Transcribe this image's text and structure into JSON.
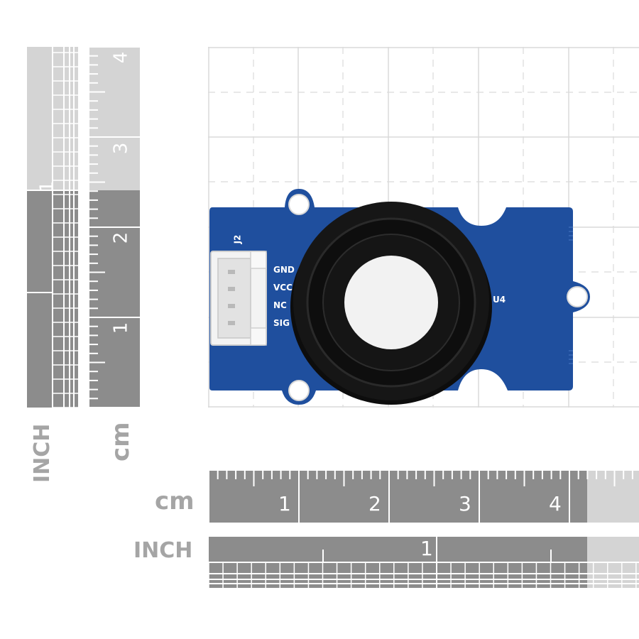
{
  "rulers": {
    "horizontal_cm": {
      "unit_label": "cm",
      "numbers": [
        "1",
        "2",
        "3",
        "4"
      ]
    },
    "horizontal_inch": {
      "unit_label": "INCH",
      "numbers": [
        "1"
      ]
    },
    "vertical_cm": {
      "unit_label": "cm",
      "numbers": [
        "4",
        "3",
        "2",
        "1"
      ]
    },
    "vertical_inch": {
      "unit_label": "INCH",
      "numbers": [
        "1"
      ]
    }
  },
  "board": {
    "connector_label": "J2",
    "pin_labels": [
      "GND",
      "VCC",
      "NC",
      "SIG"
    ],
    "sensor_label": "U4"
  },
  "colors": {
    "pcb": "#1f4f9e",
    "ruler_dark": "#8c8c8c",
    "ruler_light": "#d4d4d4",
    "grid_line": "#dadada",
    "sensor_body": "#111111",
    "filter": "#f2f2f2"
  }
}
